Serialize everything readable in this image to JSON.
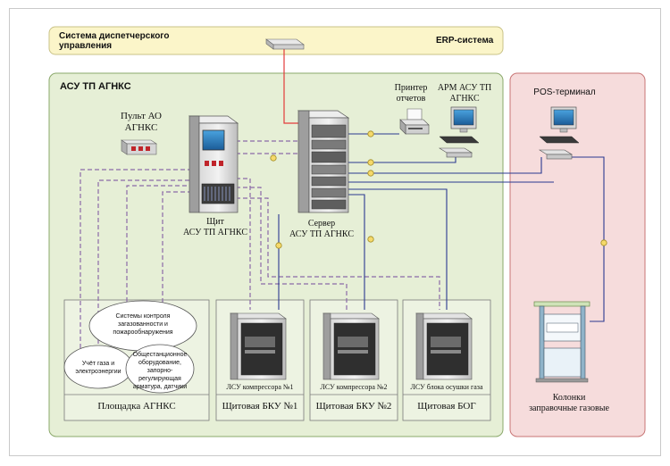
{
  "top_bar": {
    "dispatch_label": "Система диспетчерского\nуправления",
    "erp_label": "ERP-система"
  },
  "agnks": {
    "title": "АСУ ТП АГНКС",
    "console_label": "Пульт АО\nАГНКС",
    "panel_label": "Щит\nАСУ ТП АГНКС",
    "server_label": "Сервер\nАСУ ТП АГНКС",
    "printer_label": "Принтер\nотчетов",
    "arm_label": "АРМ АСУ ТП\nАГНКС"
  },
  "site": {
    "title": "Площадка АГНКС",
    "fire_systems": "Системы контроля загазованности и пожарообнаружения",
    "gas_metering": "Учёт газа и электроэнергии",
    "equipment": "Общестанционное оборудование, запорно-регулирующая арматура, датчики"
  },
  "units": [
    {
      "device": "ЛСУ компрессора №1",
      "title": "Щитовая БКУ №1"
    },
    {
      "device": "ЛСУ компрессора №2",
      "title": "Щитовая БКУ №2"
    },
    {
      "device": "ЛСУ блока осушки газа",
      "title": "Щитовая БОГ"
    }
  ],
  "pos": {
    "terminal_label": "POS-терминал",
    "dispensers_label": "Колонки\nзаправочные газовые"
  },
  "colors": {
    "green_fill": "#e6efd6",
    "green_border": "#8aa86a",
    "yellow_fill": "#fbf5c9",
    "pink_fill": "#f6dcdc",
    "pink_border": "#c87575",
    "blue_line": "#2b3990",
    "dashed_line": "#8b6aa8",
    "red_line": "#e23b3b"
  }
}
